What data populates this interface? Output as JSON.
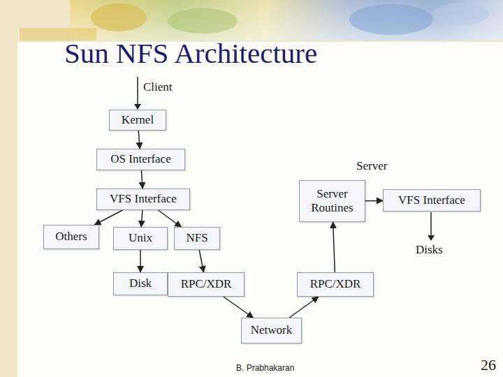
{
  "diagram": {
    "title": "Sun NFS Architecture",
    "nodes": [
      {
        "text": [
          "Kernel"
        ]
      },
      {
        "text": [
          "OS Interface"
        ]
      },
      {
        "text": [
          "VFS Interface"
        ]
      },
      {
        "text": [
          "Server Routines"
        ]
      },
      {
        "text": [
          "VFS Interface"
        ]
      },
      {
        "text": [
          "Others"
        ]
      },
      {
        "text": [
          "Unix"
        ]
      },
      {
        "text": [
          "NFS"
        ]
      },
      {
        "text": [
          "Disk"
        ]
      },
      {
        "text": [
          "RPC/XDR"
        ]
      },
      {
        "text": [
          "RPC/XDR"
        ]
      },
      {
        "text": [
          "Network"
        ]
      }
    ],
    "edges": [
      {
        "from": 0,
        "to": 1,
        "arrow": "to"
      },
      {
        "from": 1,
        "to": 2,
        "arrow": "to"
      },
      {
        "from": 2,
        "to": 5,
        "arrow": "to"
      },
      {
        "from": 2,
        "to": 6,
        "arrow": "to"
      },
      {
        "from": 2,
        "to": 7,
        "arrow": "to"
      },
      {
        "from": 6,
        "to": 8,
        "arrow": "to"
      },
      {
        "from": 7,
        "to": 9,
        "arrow": "to"
      },
      {
        "from": 9,
        "to": 11,
        "arrow": "to"
      },
      {
        "from": 11,
        "to": 10,
        "arrow": "to"
      },
      {
        "from": 10,
        "to": 3,
        "arrow": "to"
      },
      {
        "from": 3,
        "to": 4,
        "arrow": "to"
      }
    ],
    "labels": [
      "Client",
      "Server",
      "Disks",
      "B. Prabhakaran",
      "26"
    ]
  }
}
